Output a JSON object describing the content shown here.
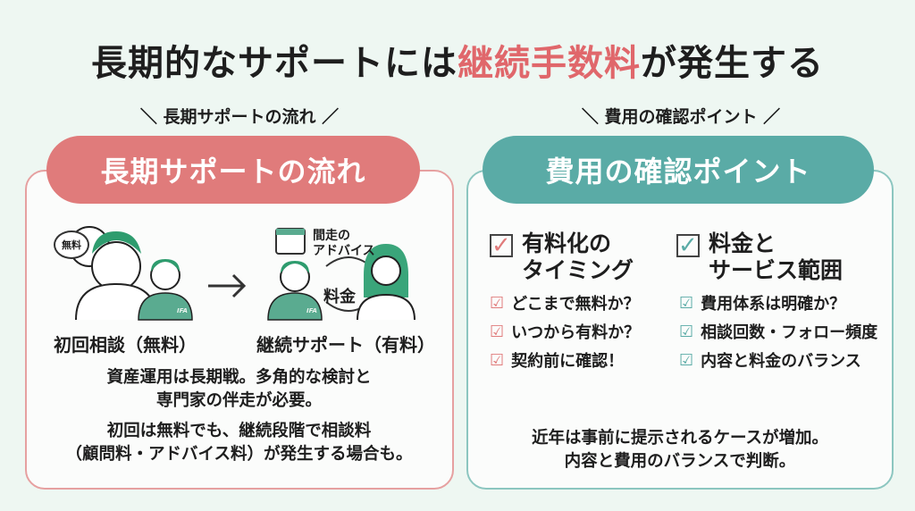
{
  "title": {
    "part1": "長期的なサポートには",
    "highlight": "継続手数料",
    "part2": "が発生する"
  },
  "left": {
    "subheading": "＼ 長期サポートの流れ ／",
    "pill": "長期サポートの流れ",
    "bubble": "無料",
    "calendar_note": "間走の\nアドバイス",
    "fee_label": "料金",
    "badge": "IFA",
    "step1": "初回相談（無料）",
    "step2": "継続サポート（有料）",
    "para1": "資産運用は長期戦。多角的な検討と\n専門家の伴走が必要。",
    "para2": "初回は無料でも、継続段階で相談料\n（顧問料・アドバイス料）が発生する場合も。"
  },
  "right": {
    "subheading": "＼ 費用の確認ポイント ／",
    "pill": "費用の確認ポイント",
    "col1": {
      "heading": "有料化の\nタイミング",
      "items": [
        "どこまで無料か？",
        "いつから有料か？",
        "契約前に確認！"
      ]
    },
    "col2": {
      "heading": "料金と\nサービス範囲",
      "items": [
        "費用体系は明確か？",
        "相談回数・フォロー頻度",
        "内容と料金のバランス"
      ]
    },
    "footer": "近年は事前に提示されるケースが増加。\n内容と費用のバランスで判断。"
  },
  "colors": {
    "red": "#e07b7b",
    "teal": "#5aaba6",
    "green": "#3aa57a"
  }
}
